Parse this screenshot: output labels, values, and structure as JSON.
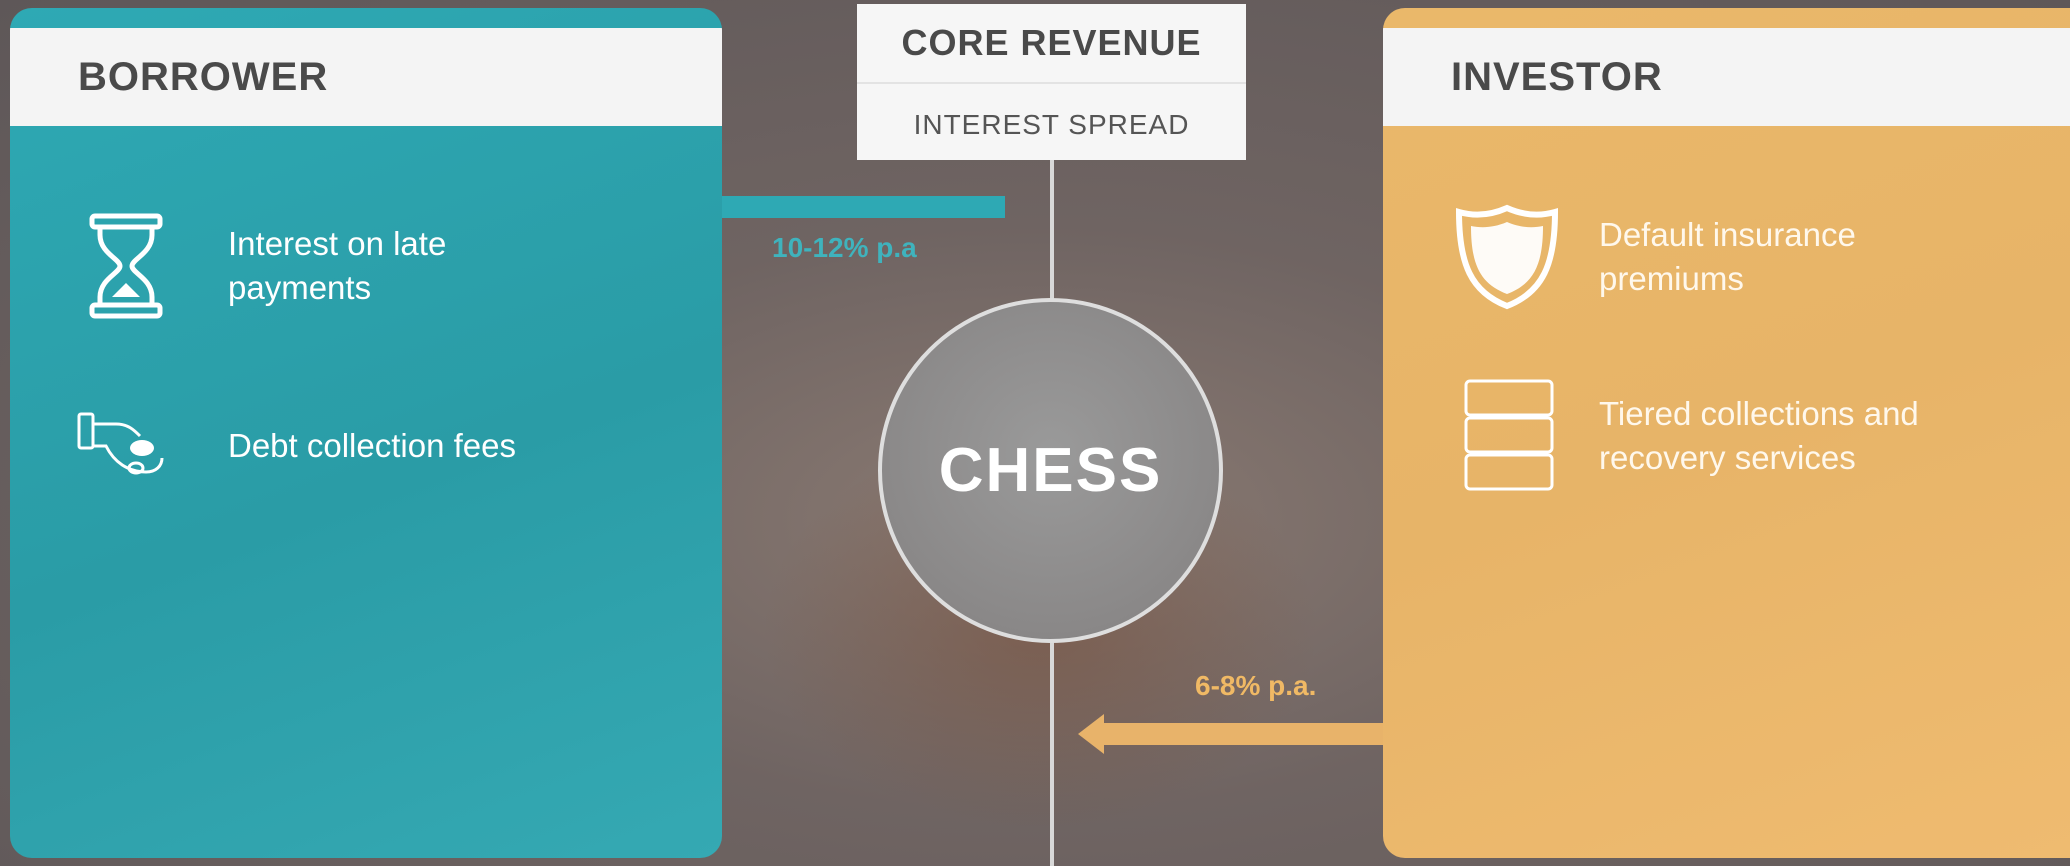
{
  "borrower": {
    "title": "BORROWER",
    "items": [
      {
        "icon": "hourglass-icon",
        "text": "Interest on late payments",
        "lines": [
          "Interest on late",
          "payments"
        ]
      },
      {
        "icon": "debt-collection-icon",
        "text": "Debt collection fees"
      }
    ]
  },
  "investor": {
    "title": "INVESTOR",
    "items": [
      {
        "icon": "shield-icon",
        "text": "Default insurance premiums",
        "lines": [
          "Default insurance",
          "premiums"
        ]
      },
      {
        "icon": "tiers-icon",
        "text": "Tiered collections and recovery services",
        "lines": [
          "Tiered collections and",
          "recovery services"
        ]
      }
    ]
  },
  "center": {
    "title": "CORE REVENUE",
    "subtitle": "INTEREST SPREAD",
    "hub": "CHESS"
  },
  "flows": {
    "borrower_rate": "10-12% p.a",
    "investor_rate": "6-8% p.a."
  },
  "colors": {
    "teal": "#2ea9b4",
    "gold": "#e8b36a",
    "header_text": "#4a4a4a"
  }
}
